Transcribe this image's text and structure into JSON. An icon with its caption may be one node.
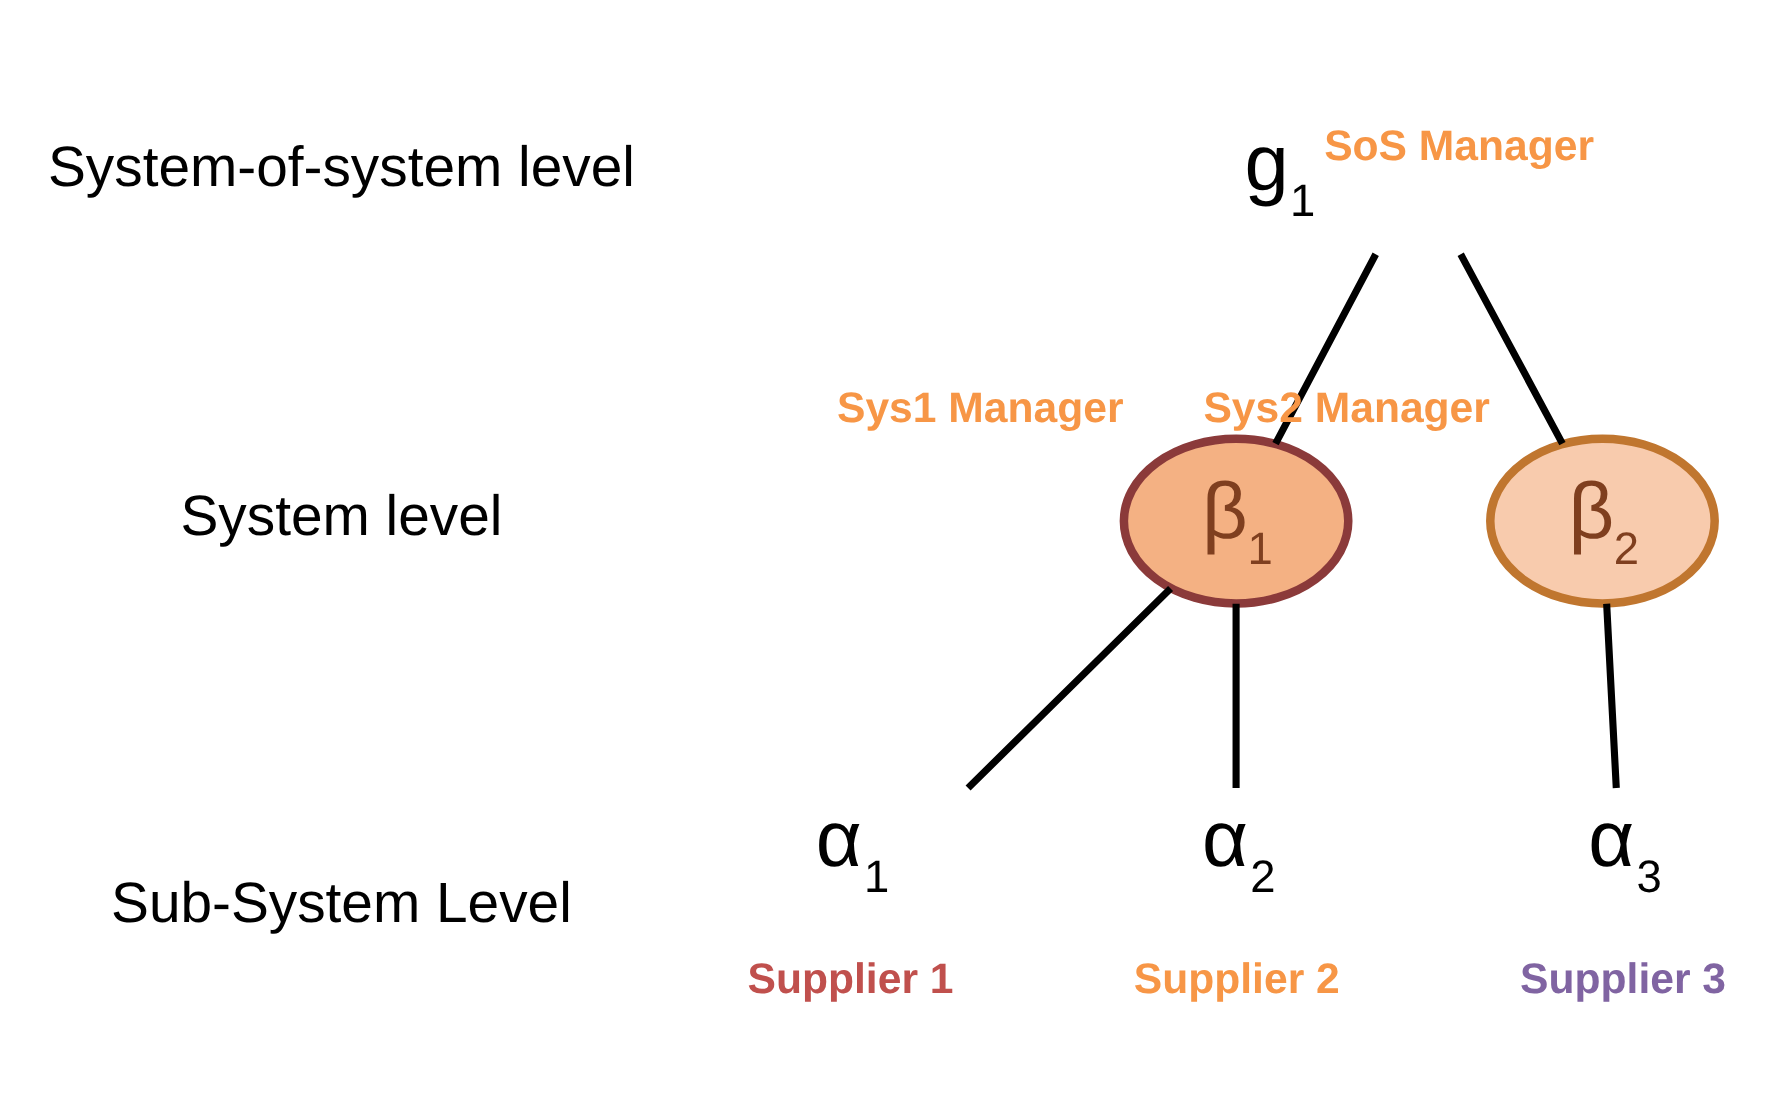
{
  "diagram": {
    "nodes": [
      {
        "text": [
          "g$_{1}$"
        ],
        "beside": [
          "SoS Manager"
        ]
      },
      {
        "text": [
          "β$_{1}$"
        ],
        "beside": [
          "Sys1 Manager"
        ]
      },
      {
        "text": [
          "β$_{2}$"
        ],
        "beside": [
          "Sys2 Manager"
        ]
      },
      {
        "text": [
          "α$_{1}$"
        ],
        "beside": [
          "Supplier 1"
        ]
      },
      {
        "text": [
          "α$_{2}$"
        ],
        "beside": [
          "Supplier 2"
        ]
      },
      {
        "text": [
          "α$_{3}$"
        ],
        "beside": [
          "Supplier 3"
        ]
      }
    ],
    "edges": [
      {
        "from": 0,
        "to": 1,
        "arrow": "none"
      },
      {
        "from": 0,
        "to": 2,
        "arrow": "none"
      },
      {
        "from": 1,
        "to": 3,
        "arrow": "none"
      },
      {
        "from": 1,
        "to": 4,
        "arrow": "none"
      },
      {
        "from": 2,
        "to": 5,
        "arrow": "none"
      }
    ],
    "labels": [
      "System-of-system level",
      "System level",
      "Sub-System Level"
    ]
  }
}
